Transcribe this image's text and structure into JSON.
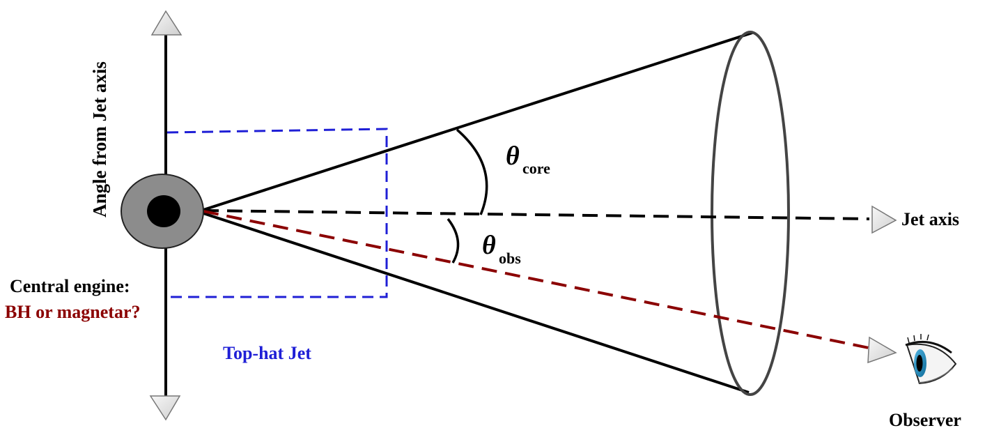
{
  "labels": {
    "vertical_axis": "Angle from Jet axis",
    "central_engine": "Central engine:",
    "engine_question": "BH or magnetar?",
    "top_hat": "Top-hat Jet",
    "jet_axis": "Jet axis",
    "observer": "Observer",
    "theta_core_symbol": "θ",
    "theta_core_sub": "core",
    "theta_obs_symbol": "θ",
    "theta_obs_sub": "obs"
  },
  "colors": {
    "black": "#000000",
    "top_hat_blue": "#1f1fd6",
    "observer_red": "#8b0000",
    "engine_grey": "#8c8c8c",
    "cone_ellipse": "#444444",
    "arrowhead_fill": "#e6e6e6"
  }
}
